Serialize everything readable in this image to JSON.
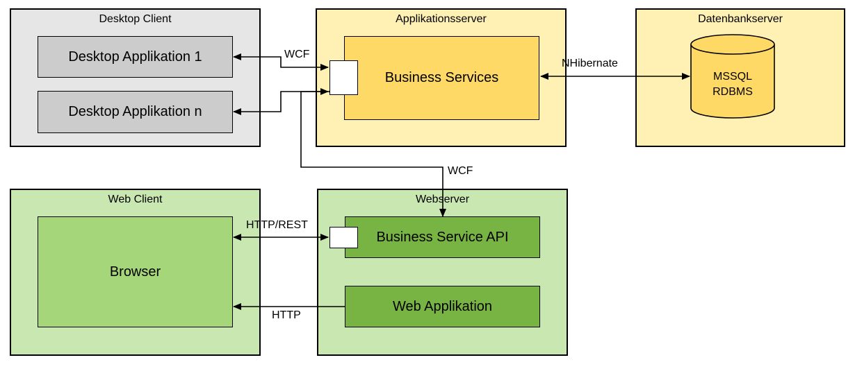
{
  "containers": {
    "desktop_client": "Desktop Client",
    "app_server": "Applikationsserver",
    "db_server": "Datenbankserver",
    "web_client": "Web Client",
    "web_server": "Webserver"
  },
  "boxes": {
    "desktop_app_1": "Desktop Applikation 1",
    "desktop_app_n": "Desktop Applikation n",
    "business_services": "Business Services",
    "database_line1": "MSSQL",
    "database_line2": "RDBMS",
    "browser": "Browser",
    "business_service_api": "Business Service API",
    "web_application": "Web Applikation"
  },
  "connections": {
    "wcf_desktop": "WCF",
    "nhibernate": "NHibernate",
    "wcf_web": "WCF",
    "http_rest": "HTTP/REST",
    "http": "HTTP"
  },
  "colors": {
    "desktop_container": "#e6e6e6",
    "desktop_box": "#cccccc",
    "app_container": "#fff0b3",
    "app_box": "#ffd966",
    "web_container": "#c9e7b0",
    "browser_box": "#a5d67a",
    "web_box": "#78b443",
    "port": "#ffffff"
  }
}
